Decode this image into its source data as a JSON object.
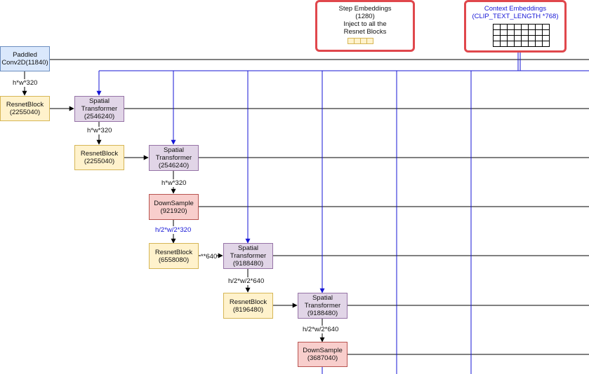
{
  "callouts": {
    "step": {
      "title": "Step Embeddings",
      "size": "(1280)",
      "inject_line1": "Inject to all the",
      "inject_line2": "Resnet Blocks"
    },
    "context": {
      "title": "Context Embeddings",
      "size": "(CLIP_TEXT_LENGTH *768)"
    }
  },
  "nodes": {
    "conv_in": {
      "line1": "Paddled",
      "line2": "Conv2D(11840)"
    },
    "resnet_1": {
      "line1": "ResnetBlock",
      "line2": "(2255040)"
    },
    "spatial_1": {
      "line1": "Spatial",
      "line2": "Transformer",
      "line3": "(2546240)"
    },
    "resnet_2": {
      "line1": "ResnetBlock",
      "line2": "(2255040)"
    },
    "spatial_2": {
      "line1": "Spatial",
      "line2": "Transformer",
      "line3": "(2546240)"
    },
    "down_1": {
      "line1": "DownSample",
      "line2": "(921920)"
    },
    "resnet_3": {
      "line1": "ResnetBlock",
      "line2": "(6558080)"
    },
    "spatial_3": {
      "line1": "Spatial",
      "line2": "Transformer",
      "line3": "(9188480)"
    },
    "resnet_4": {
      "line1": "ResnetBlock",
      "line2": "(8196480)"
    },
    "spatial_4": {
      "line1": "Spatial",
      "line2": "Transformer",
      "line3": "(9188480)"
    },
    "down_2": {
      "line1": "DownSample",
      "line2": "(3687040)"
    }
  },
  "edge_labels": {
    "conv_to_resnet1": "h*w*320",
    "spatial1_to_resnet2": "h*w*320",
    "spatial2_to_down1": "h*w*320",
    "down1_to_resnet3": "h/2*w/2*320",
    "resnet3_to_spatial3": "**640",
    "spatial3_to_resnet4": "h/2*w/2*640",
    "spatial4_to_down2": "h/2*w/2*640"
  },
  "colors": {
    "context_line": "#1515d6",
    "callout_border": "#e0474c",
    "edge_label_highlight": "#1515d6"
  }
}
